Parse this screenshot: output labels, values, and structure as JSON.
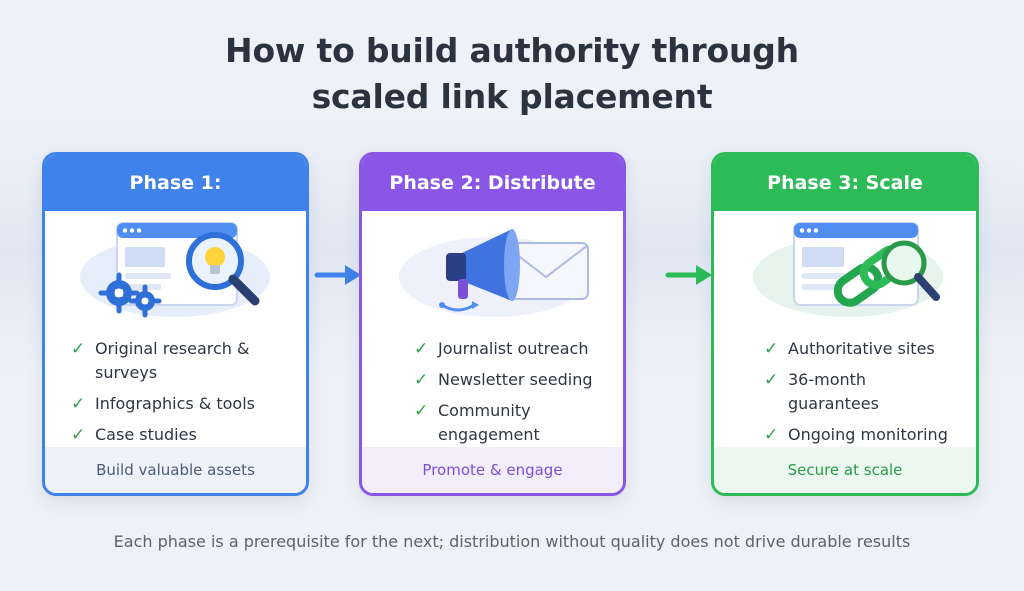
{
  "title": {
    "line1": "How to build authority through",
    "line2": "scaled link placement"
  },
  "phases": [
    {
      "heading": "Phase 1:",
      "items": [
        "Original research & surveys",
        "Infographics & tools",
        "Case studies"
      ],
      "footer": "Build valuable assets",
      "icon": "research-lightbulb-icon",
      "color": "#3f82ea"
    },
    {
      "heading": "Phase 2: Distribute",
      "items": [
        "Journalist outreach",
        "Newsletter seeding",
        "Community engagement"
      ],
      "footer": "Promote & engage",
      "icon": "megaphone-envelope-icon",
      "color": "#8a56e6"
    },
    {
      "heading": "Phase 3: Scale",
      "items": [
        "Authoritative sites",
        "36-month guarantees",
        "Ongoing monitoring"
      ],
      "footer": "Secure at scale",
      "icon": "link-chain-icon",
      "color": "#2dbb58"
    }
  ],
  "check_glyph": "✓",
  "caption": "Each phase is a prerequisite for the next; distribution without quality does not drive durable results"
}
